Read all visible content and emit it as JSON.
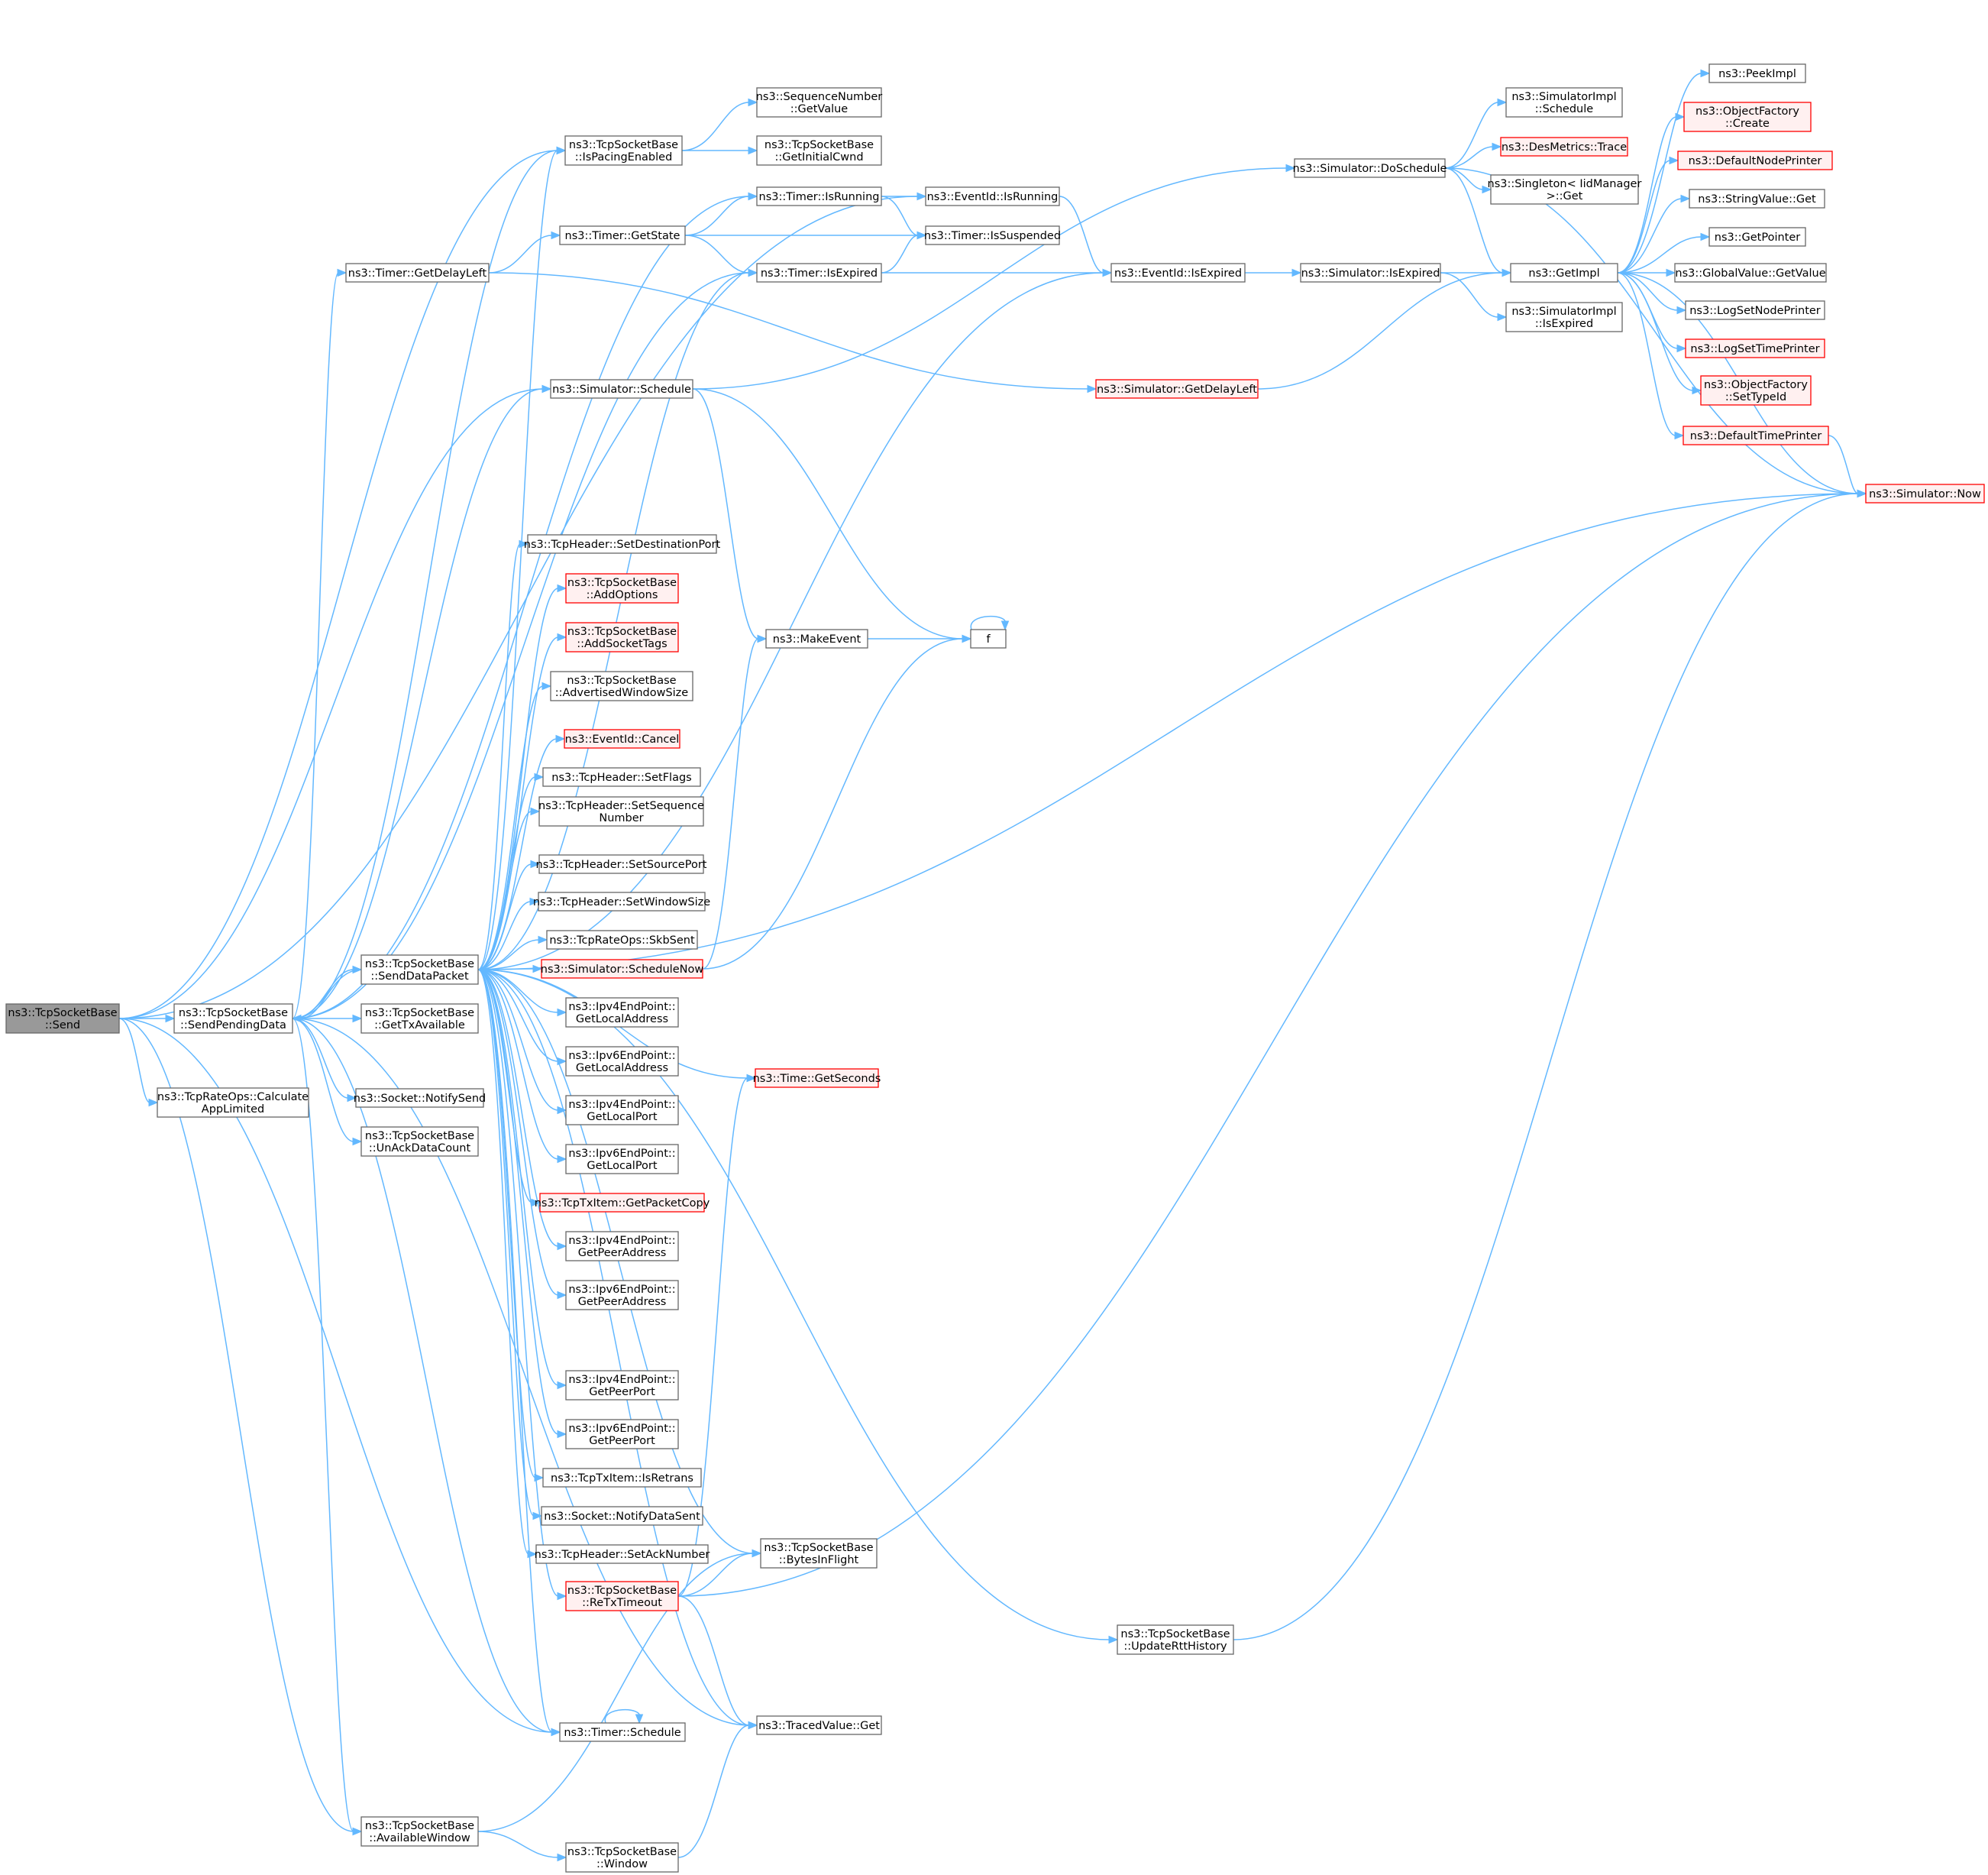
{
  "colors": {
    "edge": "#63b8ff",
    "default_fill": "#ffffff",
    "default_stroke": "#666666",
    "default_text": "#000000",
    "root_fill": "#999999",
    "root_stroke": "#666666",
    "truncated_fill": "#fff0f0",
    "truncated_stroke": "#ff0000",
    "truncated_text": "#000000"
  },
  "nodes": [
    {
      "id": "send",
      "lines": [
        "ns3::TcpSocketBase",
        "::Send"
      ],
      "style": "root"
    },
    {
      "id": "sendpending",
      "lines": [
        "ns3::TcpSocketBase",
        "::SendPendingData"
      ],
      "style": "normal"
    },
    {
      "id": "calcapp",
      "lines": [
        "ns3::TcpRateOps::Calculate",
        "AppLimited"
      ],
      "style": "normal"
    },
    {
      "id": "getdelay",
      "lines": [
        "ns3::Timer::GetDelayLeft"
      ],
      "style": "normal"
    },
    {
      "id": "ispacing",
      "lines": [
        "ns3::TcpSocketBase",
        "::IsPacingEnabled"
      ],
      "style": "normal"
    },
    {
      "id": "simschedule",
      "lines": [
        "ns3::Simulator::Schedule"
      ],
      "style": "normal"
    },
    {
      "id": "senddata",
      "lines": [
        "ns3::TcpSocketBase",
        "::SendDataPacket"
      ],
      "style": "normal"
    },
    {
      "id": "gettx",
      "lines": [
        "ns3::TcpSocketBase",
        "::GetTxAvailable"
      ],
      "style": "normal"
    },
    {
      "id": "notifysend",
      "lines": [
        "ns3::Socket::NotifySend"
      ],
      "style": "normal"
    },
    {
      "id": "unack",
      "lines": [
        "ns3::TcpSocketBase",
        "::UnAckDataCount"
      ],
      "style": "normal"
    },
    {
      "id": "timersched",
      "lines": [
        "ns3::Timer::Schedule"
      ],
      "style": "normal"
    },
    {
      "id": "availwin",
      "lines": [
        "ns3::TcpSocketBase",
        "::AvailableWindow"
      ],
      "style": "normal"
    },
    {
      "id": "seqget",
      "lines": [
        "ns3::SequenceNumber",
        "::GetValue"
      ],
      "style": "normal"
    },
    {
      "id": "initcwnd",
      "lines": [
        "ns3::TcpSocketBase",
        "::GetInitialCwnd"
      ],
      "style": "normal"
    },
    {
      "id": "timerisrun",
      "lines": [
        "ns3::Timer::IsRunning"
      ],
      "style": "normal"
    },
    {
      "id": "getstate",
      "lines": [
        "ns3::Timer::GetState"
      ],
      "style": "normal"
    },
    {
      "id": "timerisexp",
      "lines": [
        "ns3::Timer::IsExpired"
      ],
      "style": "normal"
    },
    {
      "id": "setdst",
      "lines": [
        "ns3::TcpHeader::SetDestinationPort"
      ],
      "style": "normal"
    },
    {
      "id": "addopt",
      "lines": [
        "ns3::TcpSocketBase",
        "::AddOptions"
      ],
      "style": "truncated"
    },
    {
      "id": "addtags",
      "lines": [
        "ns3::TcpSocketBase",
        "::AddSocketTags"
      ],
      "style": "truncated"
    },
    {
      "id": "advwin",
      "lines": [
        "ns3::TcpSocketBase",
        "::AdvertisedWindowSize"
      ],
      "style": "normal"
    },
    {
      "id": "cancel",
      "lines": [
        "ns3::EventId::Cancel"
      ],
      "style": "truncated"
    },
    {
      "id": "setflags",
      "lines": [
        "ns3::TcpHeader::SetFlags"
      ],
      "style": "normal"
    },
    {
      "id": "setseq",
      "lines": [
        "ns3::TcpHeader::SetSequence",
        "Number"
      ],
      "style": "normal"
    },
    {
      "id": "setsrc",
      "lines": [
        "ns3::TcpHeader::SetSourcePort"
      ],
      "style": "normal"
    },
    {
      "id": "setwin",
      "lines": [
        "ns3::TcpHeader::SetWindowSize"
      ],
      "style": "normal"
    },
    {
      "id": "skbsent",
      "lines": [
        "ns3::TcpRateOps::SkbSent"
      ],
      "style": "normal"
    },
    {
      "id": "schednow",
      "lines": [
        "ns3::Simulator::ScheduleNow"
      ],
      "style": "truncated"
    },
    {
      "id": "ip4la",
      "lines": [
        "ns3::Ipv4EndPoint::",
        "GetLocalAddress"
      ],
      "style": "normal"
    },
    {
      "id": "ip6la",
      "lines": [
        "ns3::Ipv6EndPoint::",
        "GetLocalAddress"
      ],
      "style": "normal"
    },
    {
      "id": "ip4lp",
      "lines": [
        "ns3::Ipv4EndPoint::",
        "GetLocalPort"
      ],
      "style": "normal"
    },
    {
      "id": "ip6lp",
      "lines": [
        "ns3::Ipv6EndPoint::",
        "GetLocalPort"
      ],
      "style": "normal"
    },
    {
      "id": "pktcopy",
      "lines": [
        "ns3::TcpTxItem::GetPacketCopy"
      ],
      "style": "truncated"
    },
    {
      "id": "ip4pa",
      "lines": [
        "ns3::Ipv4EndPoint::",
        "GetPeerAddress"
      ],
      "style": "normal"
    },
    {
      "id": "ip6pa",
      "lines": [
        "ns3::Ipv6EndPoint::",
        "GetPeerAddress"
      ],
      "style": "normal"
    },
    {
      "id": "ip4pp",
      "lines": [
        "ns3::Ipv4EndPoint::",
        "GetPeerPort"
      ],
      "style": "normal"
    },
    {
      "id": "ip6pp",
      "lines": [
        "ns3::Ipv6EndPoint::",
        "GetPeerPort"
      ],
      "style": "normal"
    },
    {
      "id": "isretrans",
      "lines": [
        "ns3::TcpTxItem::IsRetrans"
      ],
      "style": "normal"
    },
    {
      "id": "notifydata",
      "lines": [
        "ns3::Socket::NotifyDataSent"
      ],
      "style": "normal"
    },
    {
      "id": "setack",
      "lines": [
        "ns3::TcpHeader::SetAckNumber"
      ],
      "style": "normal"
    },
    {
      "id": "retx",
      "lines": [
        "ns3::TcpSocketBase",
        "::ReTxTimeout"
      ],
      "style": "truncated"
    },
    {
      "id": "window",
      "lines": [
        "ns3::TcpSocketBase",
        "::Window"
      ],
      "style": "normal"
    },
    {
      "id": "makeevent",
      "lines": [
        "ns3::MakeEvent"
      ],
      "style": "normal"
    },
    {
      "id": "getsec",
      "lines": [
        "ns3::Time::GetSeconds"
      ],
      "style": "truncated"
    },
    {
      "id": "bytesfl",
      "lines": [
        "ns3::TcpSocketBase",
        "::BytesInFlight"
      ],
      "style": "normal"
    },
    {
      "id": "tracedget",
      "lines": [
        "ns3::TracedValue::Get"
      ],
      "style": "normal"
    },
    {
      "id": "evrun",
      "lines": [
        "ns3::EventId::IsRunning"
      ],
      "style": "normal"
    },
    {
      "id": "timersusp",
      "lines": [
        "ns3::Timer::IsSuspended"
      ],
      "style": "normal"
    },
    {
      "id": "f",
      "lines": [
        "f"
      ],
      "style": "normal"
    },
    {
      "id": "evexp",
      "lines": [
        "ns3::EventId::IsExpired"
      ],
      "style": "normal"
    },
    {
      "id": "simgetdelay",
      "lines": [
        "ns3::Simulator::GetDelayLeft"
      ],
      "style": "truncated"
    },
    {
      "id": "updatertt",
      "lines": [
        "ns3::TcpSocketBase",
        "::UpdateRttHistory"
      ],
      "style": "normal"
    },
    {
      "id": "dosched",
      "lines": [
        "ns3::Simulator::DoSchedule"
      ],
      "style": "normal"
    },
    {
      "id": "simisexp",
      "lines": [
        "ns3::Simulator::IsExpired"
      ],
      "style": "normal"
    },
    {
      "id": "implsched",
      "lines": [
        "ns3::SimulatorImpl",
        "::Schedule"
      ],
      "style": "normal"
    },
    {
      "id": "desmetrics",
      "lines": [
        "ns3::DesMetrics::Trace"
      ],
      "style": "truncated"
    },
    {
      "id": "singleton",
      "lines": [
        "ns3::Singleton< IidManager",
        ">::Get"
      ],
      "style": "normal"
    },
    {
      "id": "getimpl",
      "lines": [
        "ns3::GetImpl"
      ],
      "style": "normal"
    },
    {
      "id": "implisexp",
      "lines": [
        "ns3::SimulatorImpl",
        "::IsExpired"
      ],
      "style": "normal"
    },
    {
      "id": "peekimpl",
      "lines": [
        "ns3::PeekImpl"
      ],
      "style": "normal"
    },
    {
      "id": "ofcreate",
      "lines": [
        "ns3::ObjectFactory",
        "::Create"
      ],
      "style": "truncated"
    },
    {
      "id": "defnode",
      "lines": [
        "ns3::DefaultNodePrinter"
      ],
      "style": "truncated"
    },
    {
      "id": "strget",
      "lines": [
        "ns3::StringValue::Get"
      ],
      "style": "normal"
    },
    {
      "id": "getptr",
      "lines": [
        "ns3::GetPointer"
      ],
      "style": "normal"
    },
    {
      "id": "gvget",
      "lines": [
        "ns3::GlobalValue::GetValue"
      ],
      "style": "normal"
    },
    {
      "id": "logsetnode",
      "lines": [
        "ns3::LogSetNodePrinter"
      ],
      "style": "normal"
    },
    {
      "id": "logsettime",
      "lines": [
        "ns3::LogSetTimePrinter"
      ],
      "style": "truncated"
    },
    {
      "id": "ofsettype",
      "lines": [
        "ns3::ObjectFactory",
        "::SetTypeId"
      ],
      "style": "truncated"
    },
    {
      "id": "deftime",
      "lines": [
        "ns3::DefaultTimePrinter"
      ],
      "style": "truncated"
    },
    {
      "id": "now",
      "lines": [
        "ns3::Simulator::Now"
      ],
      "style": "truncated"
    }
  ],
  "edges": [
    [
      "send",
      "sendpending"
    ],
    [
      "send",
      "calcapp"
    ],
    [
      "send",
      "ispacing"
    ],
    [
      "send",
      "simschedule"
    ],
    [
      "send",
      "evrun"
    ],
    [
      "send",
      "timersched"
    ],
    [
      "send",
      "availwin"
    ],
    [
      "sendpending",
      "getdelay"
    ],
    [
      "sendpending",
      "ispacing"
    ],
    [
      "sendpending",
      "timerisrun"
    ],
    [
      "sendpending",
      "timerisexp"
    ],
    [
      "sendpending",
      "simschedule"
    ],
    [
      "sendpending",
      "senddata"
    ],
    [
      "sendpending",
      "gettx"
    ],
    [
      "sendpending",
      "notifysend"
    ],
    [
      "sendpending",
      "unack"
    ],
    [
      "sendpending",
      "timersched"
    ],
    [
      "sendpending",
      "availwin"
    ],
    [
      "sendpending",
      "tracedget"
    ],
    [
      "getdelay",
      "getstate"
    ],
    [
      "getdelay",
      "simgetdelay"
    ],
    [
      "ispacing",
      "seqget"
    ],
    [
      "ispacing",
      "initcwnd"
    ],
    [
      "timerisrun",
      "evrun"
    ],
    [
      "timerisrun",
      "timersusp"
    ],
    [
      "getstate",
      "timerisrun"
    ],
    [
      "getstate",
      "timersusp"
    ],
    [
      "getstate",
      "timerisexp"
    ],
    [
      "timerisexp",
      "timersusp"
    ],
    [
      "timerisexp",
      "evexp"
    ],
    [
      "simschedule",
      "dosched"
    ],
    [
      "simschedule",
      "makeevent"
    ],
    [
      "simschedule",
      "f"
    ],
    [
      "senddata",
      "ispacing"
    ],
    [
      "senddata",
      "timerisexp"
    ],
    [
      "senddata",
      "evexp"
    ],
    [
      "senddata",
      "getsec"
    ],
    [
      "senddata",
      "now"
    ],
    [
      "senddata",
      "setdst"
    ],
    [
      "senddata",
      "addopt"
    ],
    [
      "senddata",
      "addtags"
    ],
    [
      "senddata",
      "advwin"
    ],
    [
      "senddata",
      "cancel"
    ],
    [
      "senddata",
      "setflags"
    ],
    [
      "senddata",
      "setseq"
    ],
    [
      "senddata",
      "setsrc"
    ],
    [
      "senddata",
      "setwin"
    ],
    [
      "senddata",
      "skbsent"
    ],
    [
      "senddata",
      "schednow"
    ],
    [
      "senddata",
      "ip4la"
    ],
    [
      "senddata",
      "ip6la"
    ],
    [
      "senddata",
      "ip4lp"
    ],
    [
      "senddata",
      "ip6lp"
    ],
    [
      "senddata",
      "pktcopy"
    ],
    [
      "senddata",
      "ip4pa"
    ],
    [
      "senddata",
      "ip6pa"
    ],
    [
      "senddata",
      "ip4pp"
    ],
    [
      "senddata",
      "ip6pp"
    ],
    [
      "senddata",
      "isretrans"
    ],
    [
      "senddata",
      "notifydata"
    ],
    [
      "senddata",
      "setack"
    ],
    [
      "senddata",
      "retx"
    ],
    [
      "senddata",
      "bytesfl"
    ],
    [
      "senddata",
      "updatertt"
    ],
    [
      "senddata",
      "timersched"
    ],
    [
      "senddata",
      "tracedget"
    ],
    [
      "senddata",
      "sendpending"
    ],
    [
      "schednow",
      "makeevent"
    ],
    [
      "schednow",
      "f"
    ],
    [
      "makeevent",
      "f"
    ],
    [
      "f",
      "f"
    ],
    [
      "timersched",
      "timersched"
    ],
    [
      "retx",
      "bytesfl"
    ],
    [
      "retx",
      "tracedget"
    ],
    [
      "retx",
      "getsec"
    ],
    [
      "retx",
      "now"
    ],
    [
      "availwin",
      "bytesfl"
    ],
    [
      "availwin",
      "window"
    ],
    [
      "window",
      "tracedget"
    ],
    [
      "updatertt",
      "now"
    ],
    [
      "evrun",
      "evexp"
    ],
    [
      "evexp",
      "simisexp"
    ],
    [
      "simgetdelay",
      "getimpl"
    ],
    [
      "simisexp",
      "getimpl"
    ],
    [
      "simisexp",
      "implisexp"
    ],
    [
      "dosched",
      "implsched"
    ],
    [
      "dosched",
      "desmetrics"
    ],
    [
      "dosched",
      "singleton"
    ],
    [
      "dosched",
      "getimpl"
    ],
    [
      "dosched",
      "now"
    ],
    [
      "getimpl",
      "peekimpl"
    ],
    [
      "getimpl",
      "ofcreate"
    ],
    [
      "getimpl",
      "defnode"
    ],
    [
      "getimpl",
      "strget"
    ],
    [
      "getimpl",
      "getptr"
    ],
    [
      "getimpl",
      "gvget"
    ],
    [
      "getimpl",
      "logsetnode"
    ],
    [
      "getimpl",
      "logsettime"
    ],
    [
      "getimpl",
      "ofsettype"
    ],
    [
      "getimpl",
      "deftime"
    ],
    [
      "getimpl",
      "now"
    ],
    [
      "deftime",
      "now"
    ]
  ]
}
